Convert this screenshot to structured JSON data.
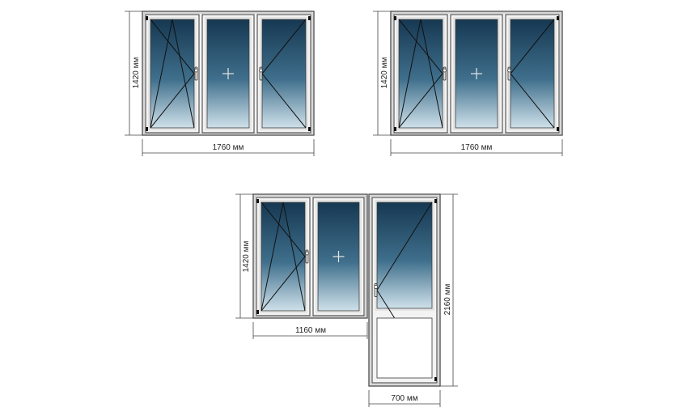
{
  "colors": {
    "frame_fill": "#f2f3f2",
    "frame_stroke": "#3a3a3a",
    "glass_top": "#163852",
    "glass_bottom": "#cfe1ea",
    "dimension_line": "#444444",
    "hinge": "#111111"
  },
  "icons": {
    "handle": "handle-icon",
    "hinge": "hinge-icon",
    "fixed_mark": "cross-mark-icon"
  },
  "window_1": {
    "width_label": "1760 мм",
    "height_label": "1420 мм",
    "sashes": [
      "tilt-turn",
      "fixed",
      "turn"
    ]
  },
  "window_2": {
    "width_label": "1760 мм",
    "height_label": "1420 мм",
    "sashes": [
      "tilt-turn",
      "fixed",
      "turn"
    ]
  },
  "balcony_block": {
    "window_width_label": "1160 мм",
    "window_height_label": "1420 мм",
    "door_width_label": "700 мм",
    "door_height_label": "2160 мм",
    "sashes": [
      "tilt-turn",
      "fixed",
      "door"
    ]
  }
}
